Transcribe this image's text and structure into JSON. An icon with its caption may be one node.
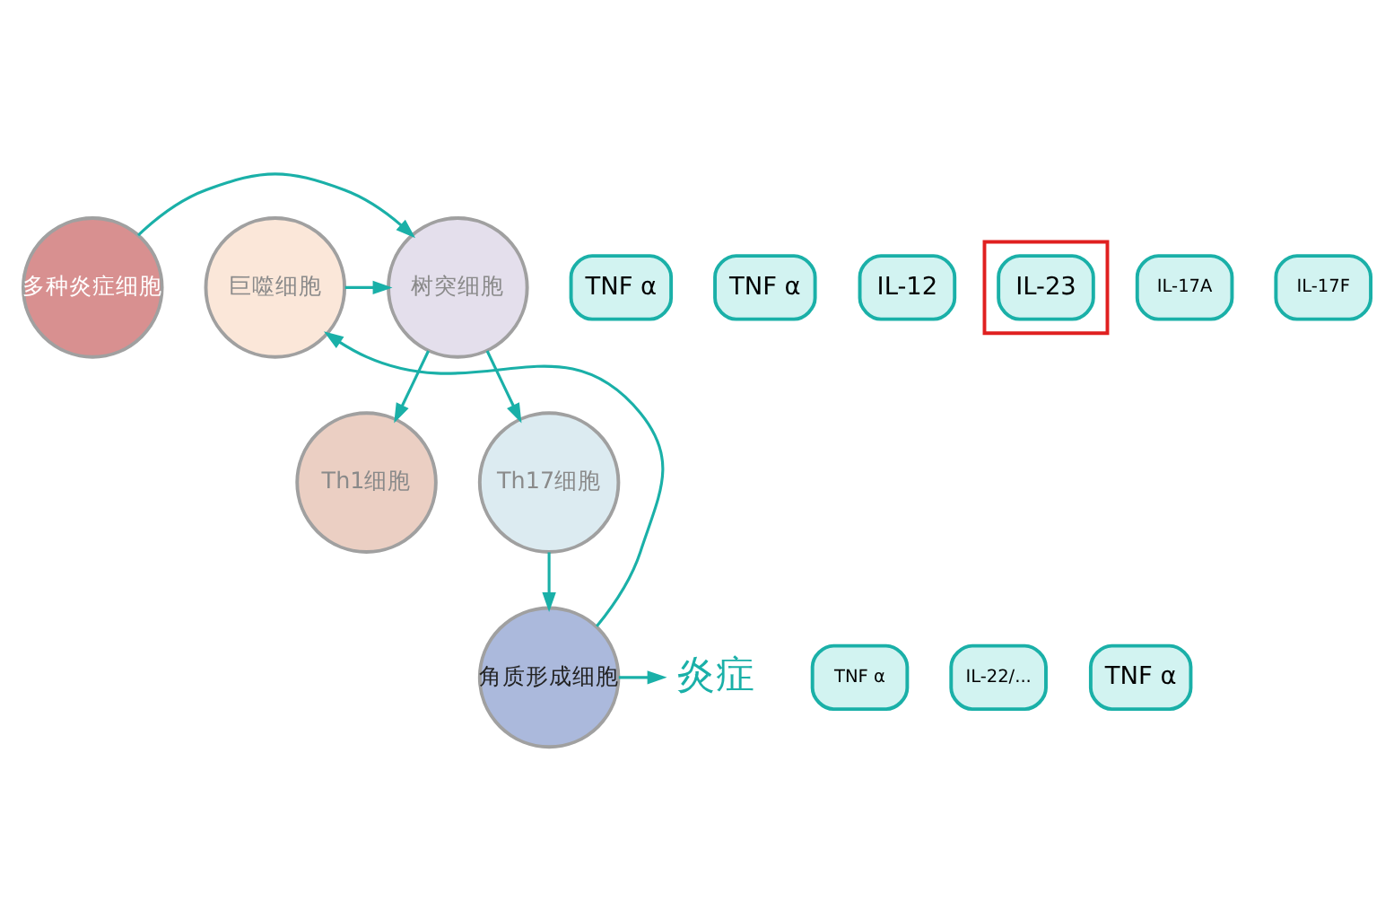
{
  "diagram": {
    "nodes": [
      {
        "text": [
          "多种炎症细胞"
        ]
      },
      {
        "text": [
          "TNF α"
        ]
      },
      {
        "text": [
          "树突细胞"
        ]
      },
      {
        "text": [
          "TNF α"
        ]
      },
      {
        "text": [
          "巨噬细胞"
        ]
      },
      {
        "text": [
          "IL-12"
        ]
      },
      {
        "text": [],
        "shape": "box"
      },
      {
        "text": [
          "IL-23"
        ],
        "in": 6
      },
      {
        "text": [
          "Th1细胞"
        ]
      },
      {
        "text": [
          "Th17细胞"
        ]
      },
      {
        "text": [
          "IL-17A"
        ]
      },
      {
        "text": [
          "IL-17F"
        ]
      },
      {
        "text": [
          "TNF α"
        ]
      },
      {
        "text": [
          "IL-22/..."
        ]
      },
      {
        "text": [
          "角质形成细胞"
        ]
      },
      {
        "text": [
          "炎症"
        ]
      },
      {
        "text": [
          "TNF α"
        ]
      }
    ],
    "edges": [
      {
        "from": 0,
        "to": 2,
        "arrow": "to"
      },
      {
        "from": 4,
        "to": 2,
        "arrow": "to"
      },
      {
        "from": 2,
        "to": 8,
        "arrow": "to"
      },
      {
        "from": 2,
        "to": 9,
        "arrow": "to"
      },
      {
        "from": 9,
        "to": 14,
        "arrow": "to"
      },
      {
        "from": 14,
        "to": 15,
        "arrow": "to"
      },
      {
        "from": 14,
        "to": 4,
        "arrow": "to"
      }
    ]
  }
}
